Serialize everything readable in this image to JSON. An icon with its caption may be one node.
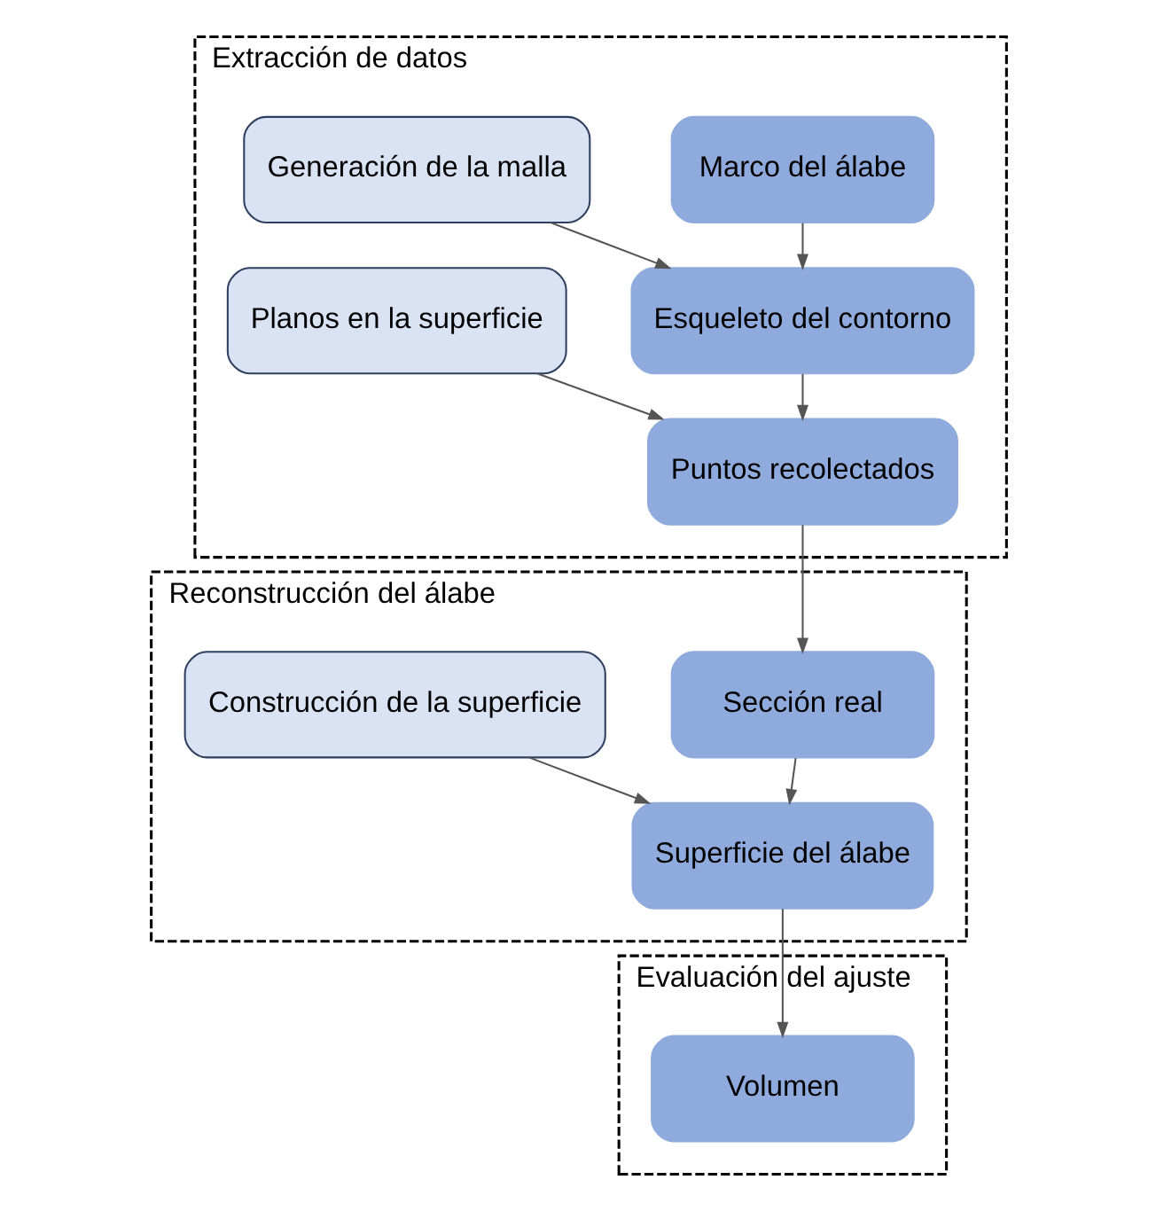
{
  "diagram": {
    "nodes": [
      {
        "text": [
          "Extracción de datos"
        ]
      },
      {
        "text": [
          "Marco del álabe"
        ],
        "in": 0
      },
      {
        "text": [
          "Generación de la malla"
        ],
        "in": 0
      },
      {
        "text": [
          "Esqueleto del contorno"
        ],
        "in": 0
      },
      {
        "text": [
          "Planos en la superficie"
        ],
        "in": 0
      },
      {
        "text": [
          "Puntos recolectados"
        ],
        "in": 0
      },
      {
        "text": [
          "Reconstrucción del álabe"
        ]
      },
      {
        "text": [
          "Sección real"
        ],
        "in": 6
      },
      {
        "text": [
          "Construcción de la superficie"
        ],
        "in": 6
      },
      {
        "text": [
          "Superficie del álabe"
        ],
        "in": 6
      },
      {
        "text": [
          "Evaluación del ajuste"
        ]
      },
      {
        "text": [
          "Volumen"
        ],
        "in": 10
      }
    ],
    "edges": [
      {
        "from": 1,
        "to": 3,
        "arrow": "to"
      },
      {
        "from": 2,
        "to": 3,
        "arrow": "to"
      },
      {
        "from": 3,
        "to": 5,
        "arrow": "to"
      },
      {
        "from": 4,
        "to": 5,
        "arrow": "to"
      },
      {
        "from": 5,
        "to": 7,
        "arrow": "to"
      },
      {
        "from": 7,
        "to": 9,
        "arrow": "to"
      },
      {
        "from": 8,
        "to": 9,
        "arrow": "to"
      },
      {
        "from": 9,
        "to": 11,
        "arrow": "to"
      }
    ]
  }
}
